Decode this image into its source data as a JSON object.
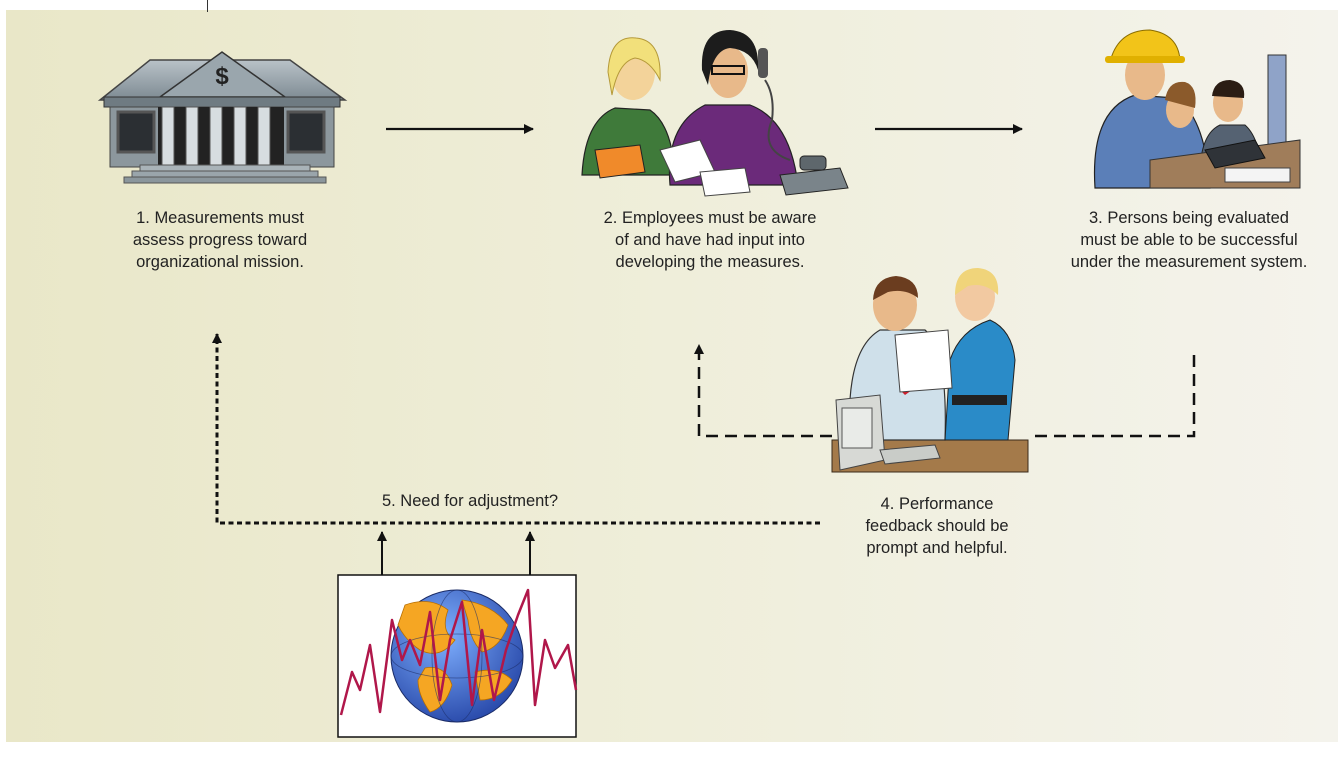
{
  "steps": [
    {
      "number": "1.",
      "lines": [
        "Measurements must",
        "assess progress toward",
        "organizational mission."
      ],
      "icon": "bank-building-icon"
    },
    {
      "number": "2.",
      "lines": [
        "Employees must be aware",
        "of and have had input into",
        "developing the measures."
      ],
      "icon": "employees-on-phone-icon"
    },
    {
      "number": "3.",
      "lines": [
        "Persons being evaluated",
        "must be able to be successful",
        "under the measurement system."
      ],
      "icon": "workers-at-computer-icon"
    },
    {
      "number": "4.",
      "lines": [
        "Performance",
        "feedback should be",
        "prompt and helpful."
      ],
      "icon": "coworkers-reviewing-paper-icon"
    },
    {
      "number": "5.",
      "lines": [
        "Need for adjustment?"
      ],
      "icon": "globe-with-fluctuating-line-icon"
    }
  ],
  "colors": {
    "background": "#ecebd2",
    "arrows": "#111111",
    "line_chart": "#b0174a",
    "globe_land": "#f5a623",
    "globe_sea": "#3b6fd1"
  }
}
